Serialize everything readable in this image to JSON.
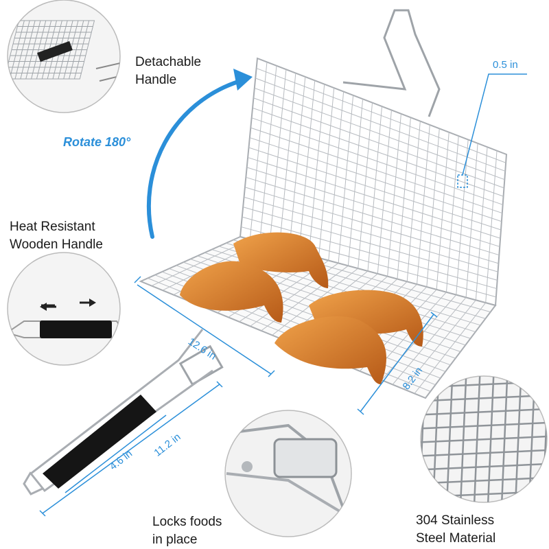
{
  "labels": {
    "detachable": [
      "Detachable",
      "Handle"
    ],
    "rotate": "Rotate 180°",
    "heat_resistant": [
      "Heat Resistant",
      "Wooden Handle"
    ],
    "locks": [
      "Locks foods",
      "in place"
    ],
    "material": [
      "304 Stainless",
      "Steel Material"
    ]
  },
  "dimensions": {
    "mesh_gap": "0.5 in",
    "length": "12.6 in",
    "width": "8.2 in",
    "handle_short": "4.6 in",
    "handle_long": "11.2 in"
  },
  "colors": {
    "accent_blue": "#2b8fd9",
    "wire": "#a9adb2",
    "handle_black": "#151515",
    "chicken": "#d9822b"
  },
  "icons": [
    "left-arrow-icon",
    "right-arrow-icon",
    "curved-rotate-arrow-icon"
  ]
}
